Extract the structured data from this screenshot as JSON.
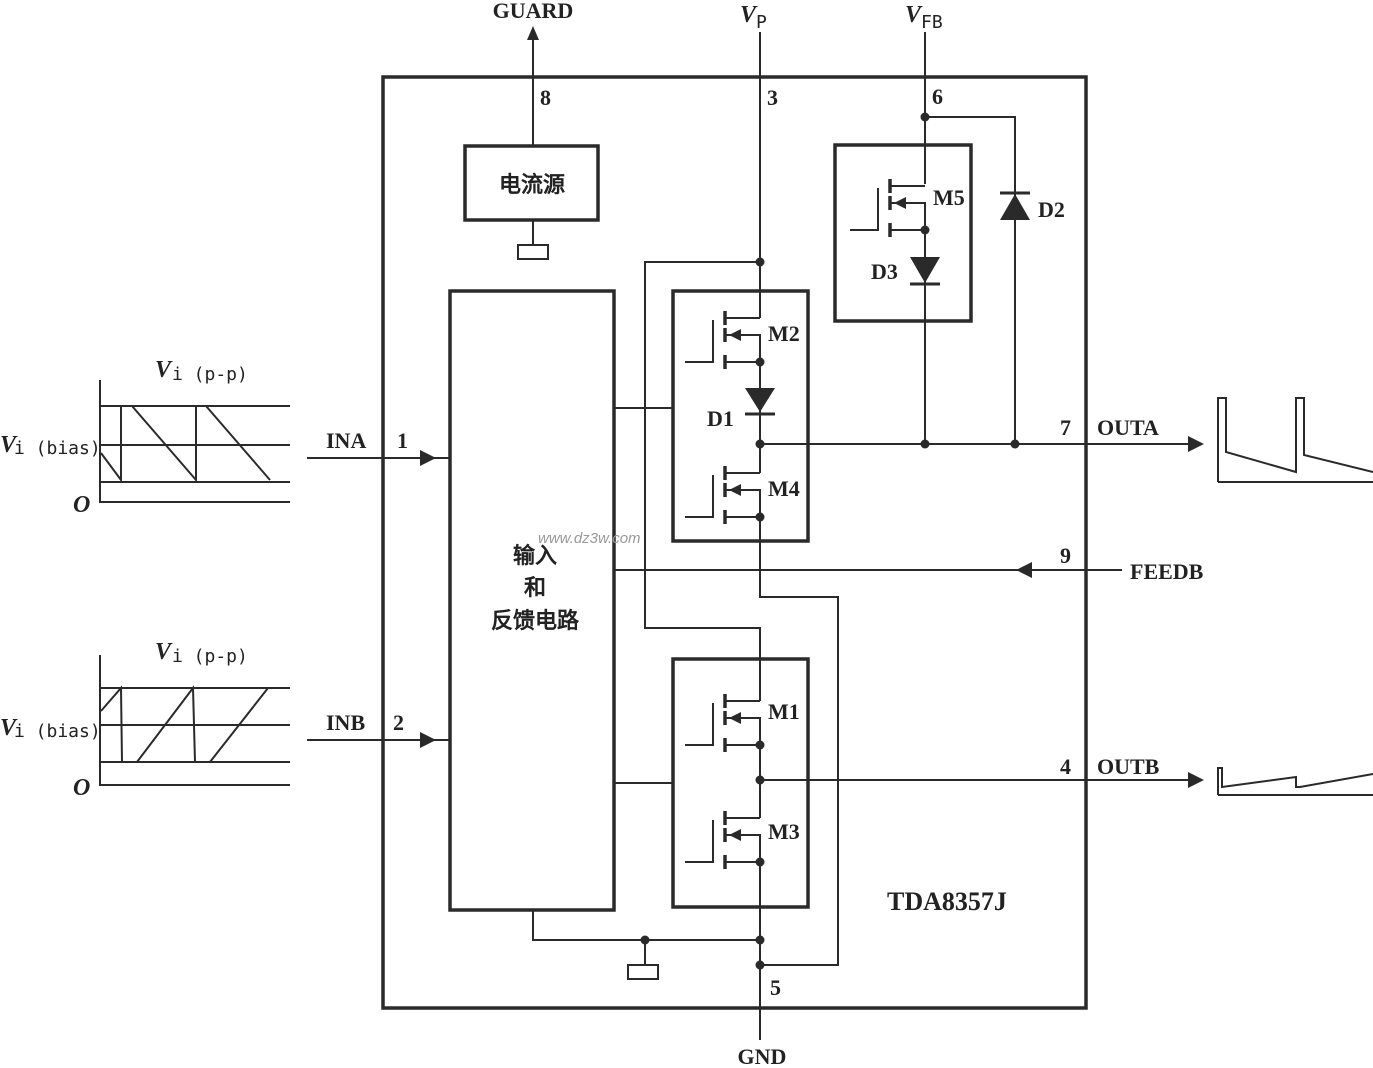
{
  "pins": {
    "guard": {
      "label": "GUARD",
      "number": "8"
    },
    "vp": {
      "symbol": "V",
      "subscript": "P",
      "number": "3"
    },
    "vfb": {
      "symbol": "V",
      "subscript": "FB",
      "number": "6"
    },
    "ina": {
      "label": "INA",
      "number": "1"
    },
    "inb": {
      "label": "INB",
      "number": "2"
    },
    "outa": {
      "label": "OUTA",
      "number": "7"
    },
    "outb": {
      "label": "OUTB",
      "number": "4"
    },
    "feedb": {
      "label": "FEEDB",
      "number": "9"
    },
    "gnd": {
      "label": "GND",
      "number": "5"
    }
  },
  "blocks": {
    "current_source": "电流源",
    "input_feedback": [
      "输入",
      "和",
      "反馈电路"
    ]
  },
  "components": {
    "m1": "M1",
    "m2": "M2",
    "m3": "M3",
    "m4": "M4",
    "m5": "M5",
    "d1": "D1",
    "d2": "D2",
    "d3": "D3"
  },
  "chip_name": "TDA8357J",
  "watermark": "www.dz3w.com",
  "waveforms": {
    "a": {
      "pp_symbol": "V",
      "pp_sub": "i (p-p)",
      "bias_symbol": "V",
      "bias_sub": "i (bias)",
      "origin": "O"
    },
    "b": {
      "pp_symbol": "V",
      "pp_sub": "i (p-p)",
      "bias_symbol": "V",
      "bias_sub": "i (bias)",
      "origin": "O"
    }
  }
}
